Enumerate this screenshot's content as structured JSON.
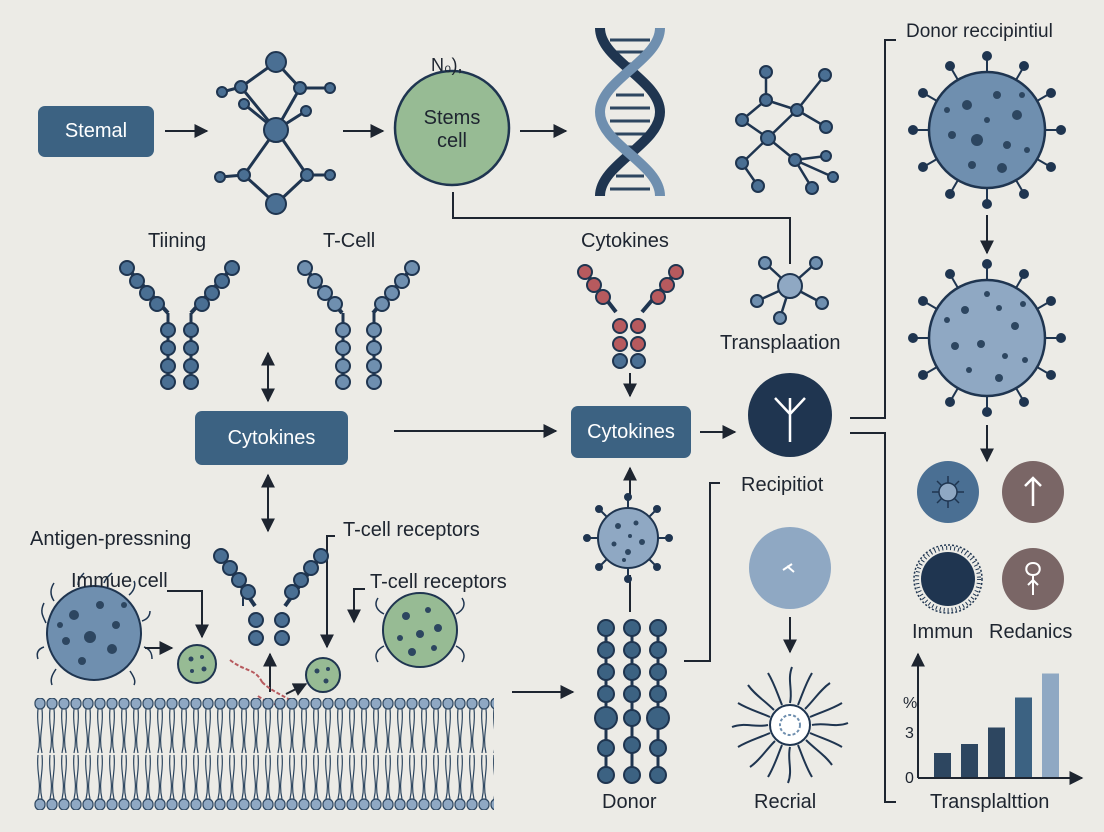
{
  "labels": {
    "top_fragment": "N₀),",
    "stems_cell": "Stems cell",
    "donor_recipient": "Donor reccipintiul",
    "tiining": "Tiining",
    "t_cell": "T-Cell",
    "cytokines_heading": "Cytokines",
    "transplaation": "Transplaation",
    "recipitiot": "Recipitiot",
    "antigen": "Antigen-pressning",
    "immue_cell": "Immue cell",
    "tcr_1": "T-cell receptors",
    "tcr_2": "T-cell receptors",
    "donor": "Donor",
    "recrial": "Recrial",
    "immun": "Immun",
    "redanics": "Redanics"
  },
  "boxes": {
    "stemal": "Stemal",
    "cytokines_left": "Cytokines",
    "cytokines_center": "Cytokines"
  },
  "colors": {
    "navy": "#1f3550",
    "steel": "#3c6282",
    "cell_blue": "#6f8faf",
    "light_blue": "#8fa8c3",
    "green": "#97bb94",
    "red": "#b75a5e",
    "mauve": "#7a6666",
    "background": "#ecebe6"
  },
  "chart_data": {
    "type": "bar",
    "title": "",
    "xlabel": "Transplalttion",
    "ylabel": "",
    "y_tick_labels": [
      "%",
      "3",
      "0"
    ],
    "categories": [
      "",
      "",
      "",
      "",
      ""
    ],
    "values": [
      1.6,
      2.2,
      3.3,
      5.3,
      6.9
    ],
    "ylim": [
      0,
      8
    ],
    "grid": false,
    "legend": "none"
  }
}
